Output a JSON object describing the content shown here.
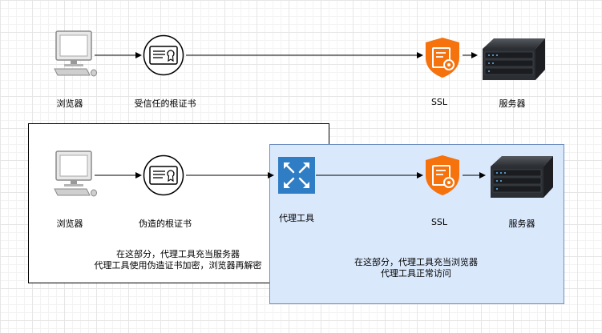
{
  "top_row": {
    "browser_label": "浏览器",
    "cert_label": "受信任的根证书",
    "ssl_label": "SSL",
    "server_label": "服务器"
  },
  "bottom_row": {
    "browser_label": "浏览器",
    "cert_label": "伪造的根证书",
    "proxy_label": "代理工具",
    "ssl_label": "SSL",
    "server_label": "服务器"
  },
  "left_note": {
    "line1": "在这部分，代理工具充当服务器",
    "line2": "代理工具使用伪造证书加密，浏览器再解密"
  },
  "right_note": {
    "line1": "在这部分，代理工具充当浏览器",
    "line2": "代理工具正常访问"
  },
  "colors": {
    "ssl_orange": "#f5720d",
    "proxy_blue": "#2f7dc5",
    "blue_box_fill": "#dae8fc",
    "blue_box_border": "#6c8ebf"
  }
}
